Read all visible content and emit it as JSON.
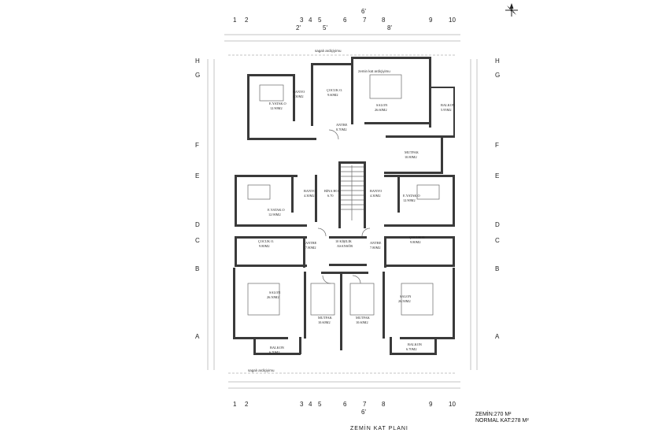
{
  "grid": {
    "cols_top": [
      "1",
      "2",
      "3",
      "4",
      "5",
      "6",
      "7",
      "8",
      "9",
      "10"
    ],
    "cols_top_sub": [
      "2'",
      "5'",
      "8'"
    ],
    "col_mid_top": "6'",
    "cols_bottom": [
      "1",
      "2",
      "3",
      "4",
      "5",
      "6",
      "7",
      "8",
      "9",
      "10"
    ],
    "col_mid_bottom": "6'",
    "rows_left": [
      "H",
      "G",
      "F",
      "E",
      "D",
      "C",
      "B",
      "A"
    ],
    "rows_right": [
      "H",
      "G",
      "F",
      "E",
      "D",
      "C",
      "B",
      "A"
    ]
  },
  "notes": {
    "top_setback": "sagalı ardiçiyimu",
    "inner_setback": "zemin kat ardiçiyimu",
    "bottom_setback": "sagalı ardiçiyimu"
  },
  "rooms": {
    "e_yatak_top": [
      "E.YATAK.O",
      "12.90M2"
    ],
    "banyo_top": [
      "BANYO",
      "4.30M2"
    ],
    "cocuk_top": [
      "ÇOCUK O.",
      "9.60M2"
    ],
    "salon_top": [
      "SALON",
      "26.60M2"
    ],
    "balkon_top": [
      "BALKON",
      "5.95M2"
    ],
    "antre_top": [
      "ANTRE",
      "8.70M2"
    ],
    "mutfak_top": [
      "MUTFAK",
      "10.80M2"
    ],
    "e_yatak_left": [
      "E.YATAK.O",
      "12.90M2"
    ],
    "banyo_left": [
      "BANYO",
      "4.30M2"
    ],
    "bina_hol": [
      "BİNA HOL",
      "6.70"
    ],
    "banyo_right": [
      "BANYO",
      "4.30M2"
    ],
    "e_yatak_right": [
      "E.YATAK.O",
      "12.90M2"
    ],
    "cocuk_left": [
      "ÇOCUK O.",
      "9.80M2"
    ],
    "antre_left": [
      "ANTRE",
      "7.80M2"
    ],
    "asansor": [
      "10 KİŞİLİK",
      "ASANSÖR"
    ],
    "antre_right": [
      "ANTRE",
      "7.80M2"
    ],
    "cocuk_right": [
      "ÇOCUK O.",
      "9.80M2"
    ],
    "salon_left": [
      "SALON",
      "26.50M2"
    ],
    "mutfak_left": [
      "MUTFAK",
      "10.60M2"
    ],
    "mutfak_right": [
      "MUTFAK",
      "10.60M2"
    ],
    "salon_right": [
      "SALON",
      "26.50M2"
    ],
    "balkon_left": [
      "BALKON",
      "6.70M2"
    ],
    "balkon_right": [
      "BALKON",
      "6.70M2"
    ]
  },
  "area": {
    "ground": "ZEMİN:270 M²",
    "normal": "NORMAL KAT:278 M²"
  },
  "title": "ZEMİN KAT PLANI"
}
